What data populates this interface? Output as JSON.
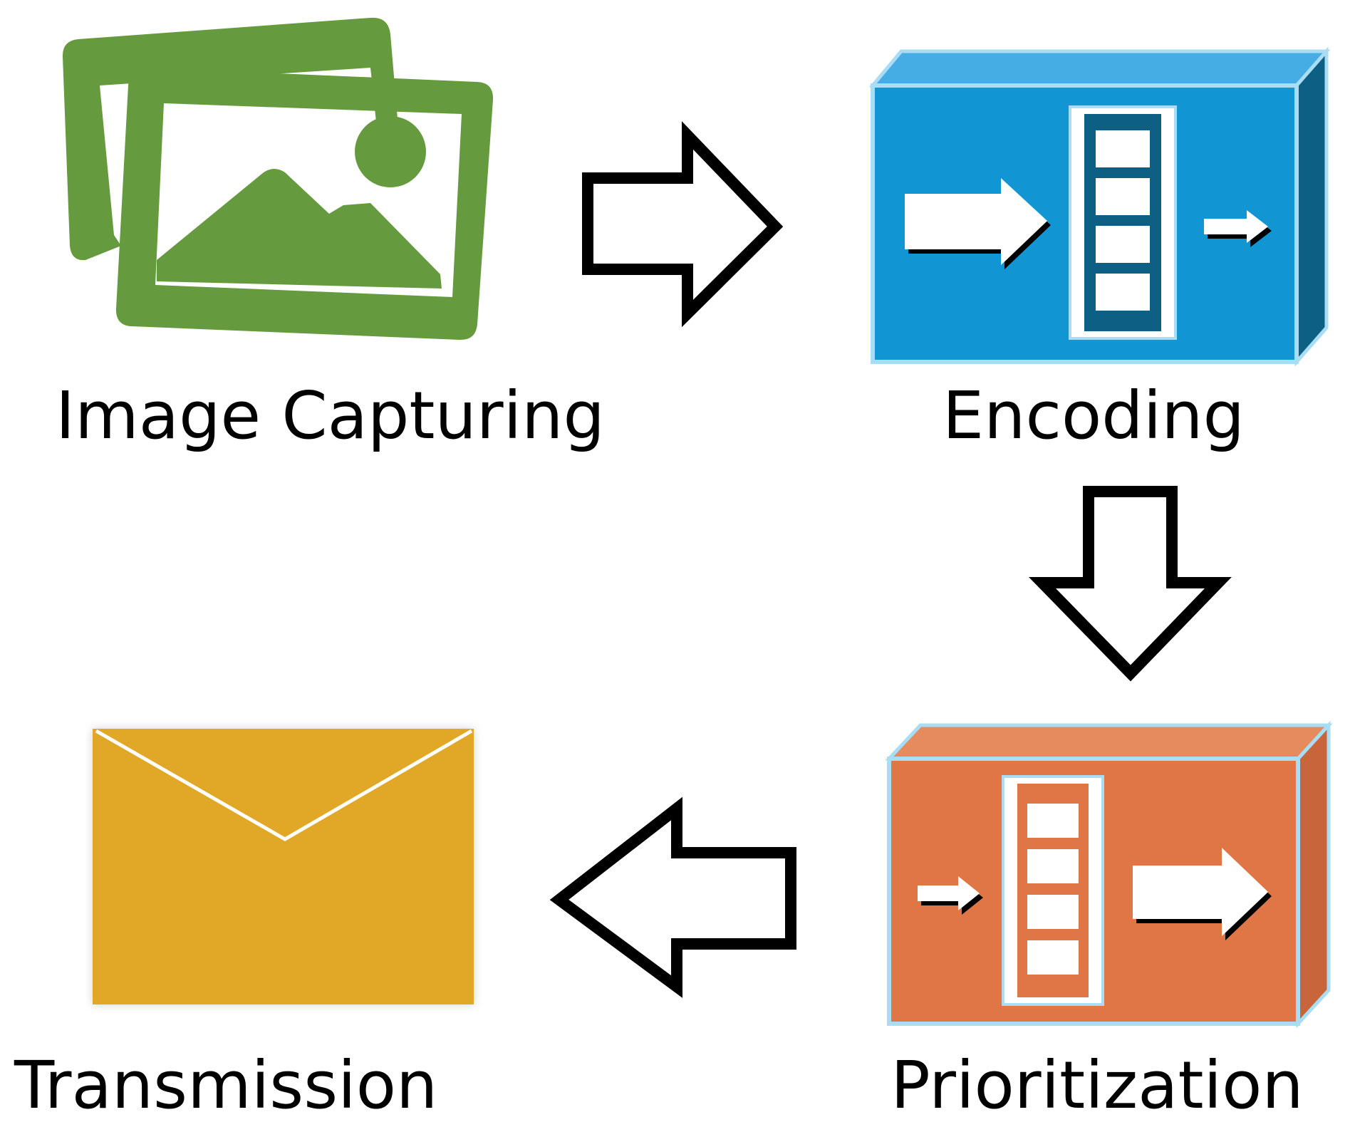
{
  "stages": {
    "image_capturing": {
      "label": "Image Capturing",
      "icon": "photos-icon",
      "color": "#669a3f"
    },
    "encoding": {
      "label": "Encoding",
      "icon": "encoder-box-icon",
      "color": "#1295d3"
    },
    "prioritization": {
      "label": "Prioritization",
      "icon": "prioritizer-box-icon",
      "color": "#e07646"
    },
    "transmission": {
      "label": "Transmission",
      "icon": "envelope-icon",
      "color": "#e0a826"
    }
  },
  "flow": [
    "image_capturing",
    "encoding",
    "prioritization",
    "transmission"
  ]
}
